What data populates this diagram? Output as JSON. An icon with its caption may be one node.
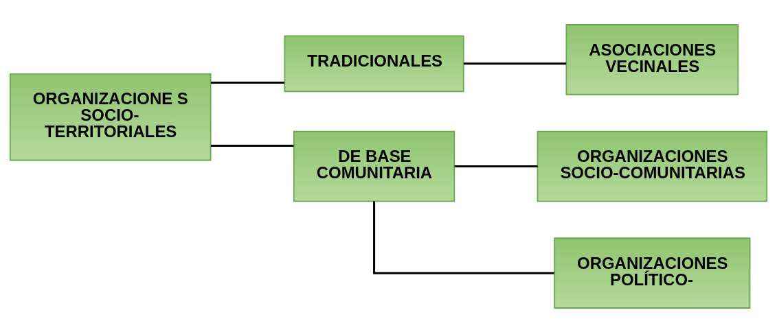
{
  "diagram": {
    "nodes": [
      {
        "text": [
          "ORGANIZACIONE S SOCIO- TERRITORIALES"
        ]
      },
      {
        "text": [
          "TRADICIONALES"
        ]
      },
      {
        "text": [
          "DE BASE COMUNITARIA"
        ]
      },
      {
        "text": [
          "ASOCIACIONES VECINALES"
        ]
      },
      {
        "text": [
          "ORGANIZACIONES SOCIO-COMUNITARIAS"
        ]
      },
      {
        "text": [
          "ORGANIZACIONES POLÍTICO-"
        ]
      }
    ],
    "edges": [
      {
        "from": 0,
        "to": 1,
        "arrow": "none"
      },
      {
        "from": 0,
        "to": 2,
        "arrow": "none"
      },
      {
        "from": 1,
        "to": 3,
        "arrow": "none"
      },
      {
        "from": 2,
        "to": 4,
        "arrow": "none"
      },
      {
        "from": 2,
        "to": 5,
        "arrow": "none"
      }
    ]
  }
}
